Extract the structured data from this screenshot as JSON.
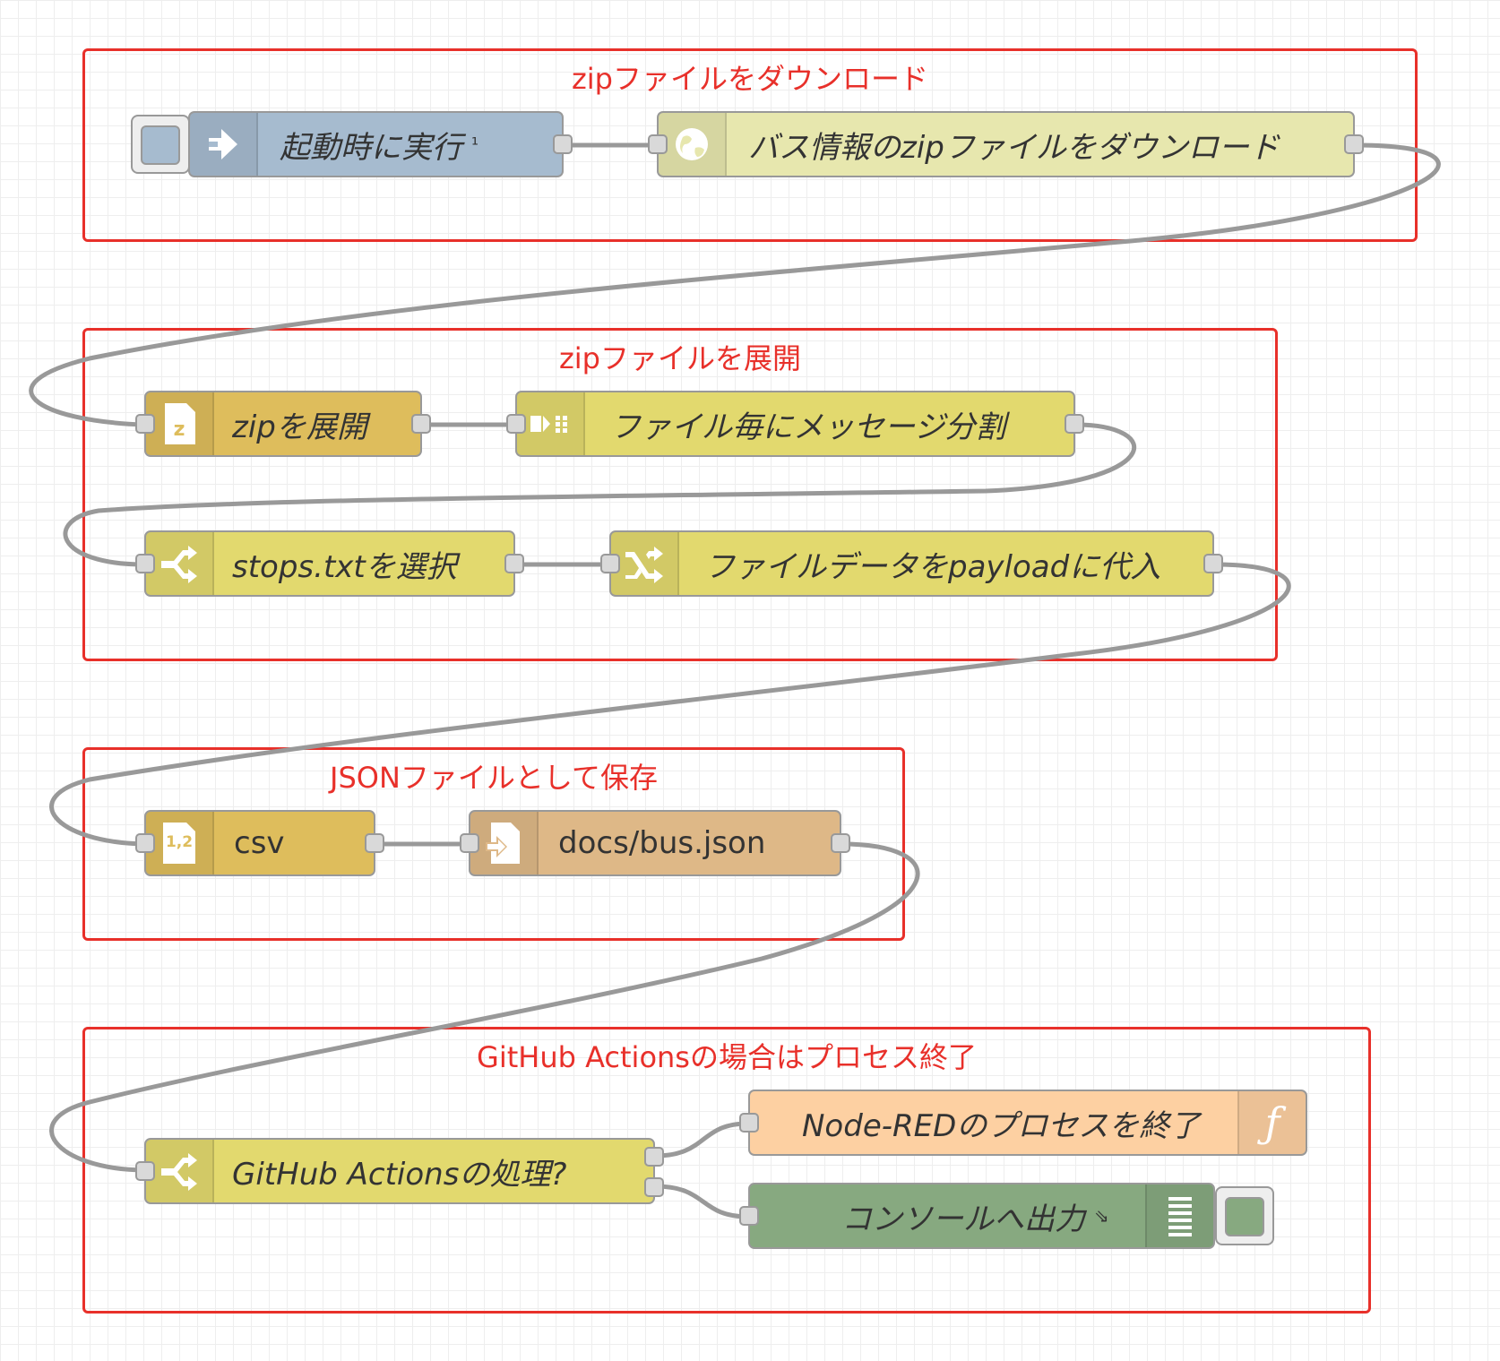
{
  "groups": [
    {
      "label": "zipファイルをダウンロード"
    },
    {
      "label": "zipファイルを展開"
    },
    {
      "label": "JSONファイルとして保存"
    },
    {
      "label": "GitHub Actionsの場合はプロセス終了"
    }
  ],
  "nodes": {
    "inject": {
      "label": "起動時に実行",
      "badge": "¹",
      "icon": "arrow-in-icon",
      "color": "#a6bbcf"
    },
    "http": {
      "label": "バス情報のzipファイルをダウンロード",
      "icon": "globe-icon",
      "color": "#e7e7ae"
    },
    "zip": {
      "label": "zipを展開",
      "icon": "zip-file-icon",
      "color": "#debd5c"
    },
    "split": {
      "label": "ファイル毎にメッセージ分割",
      "icon": "split-icon",
      "color": "#e2d96e"
    },
    "switch1": {
      "label": "stops.txtを選択",
      "icon": "switch-icon",
      "color": "#e2d96e"
    },
    "change": {
      "label": "ファイルデータをpayloadに代入",
      "icon": "shuffle-icon",
      "color": "#e2d96e"
    },
    "csv": {
      "label": "csv",
      "icon_text": "1,2",
      "icon": "csv-file-icon",
      "color": "#debd5c"
    },
    "file": {
      "label": "docs/bus.json",
      "icon": "file-out-icon",
      "color": "#deb887"
    },
    "switch2": {
      "label": "GitHub Actionsの処理?",
      "icon": "switch-icon",
      "color": "#e2d96e"
    },
    "function": {
      "label": "Node-REDのプロセスを終了",
      "icon_text": "ƒ",
      "icon": "function-icon",
      "color": "#fdd0a2"
    },
    "debug": {
      "label": "コンソールへ出力",
      "suffix": "⇘",
      "icon": "list-icon",
      "color": "#87a980"
    }
  }
}
